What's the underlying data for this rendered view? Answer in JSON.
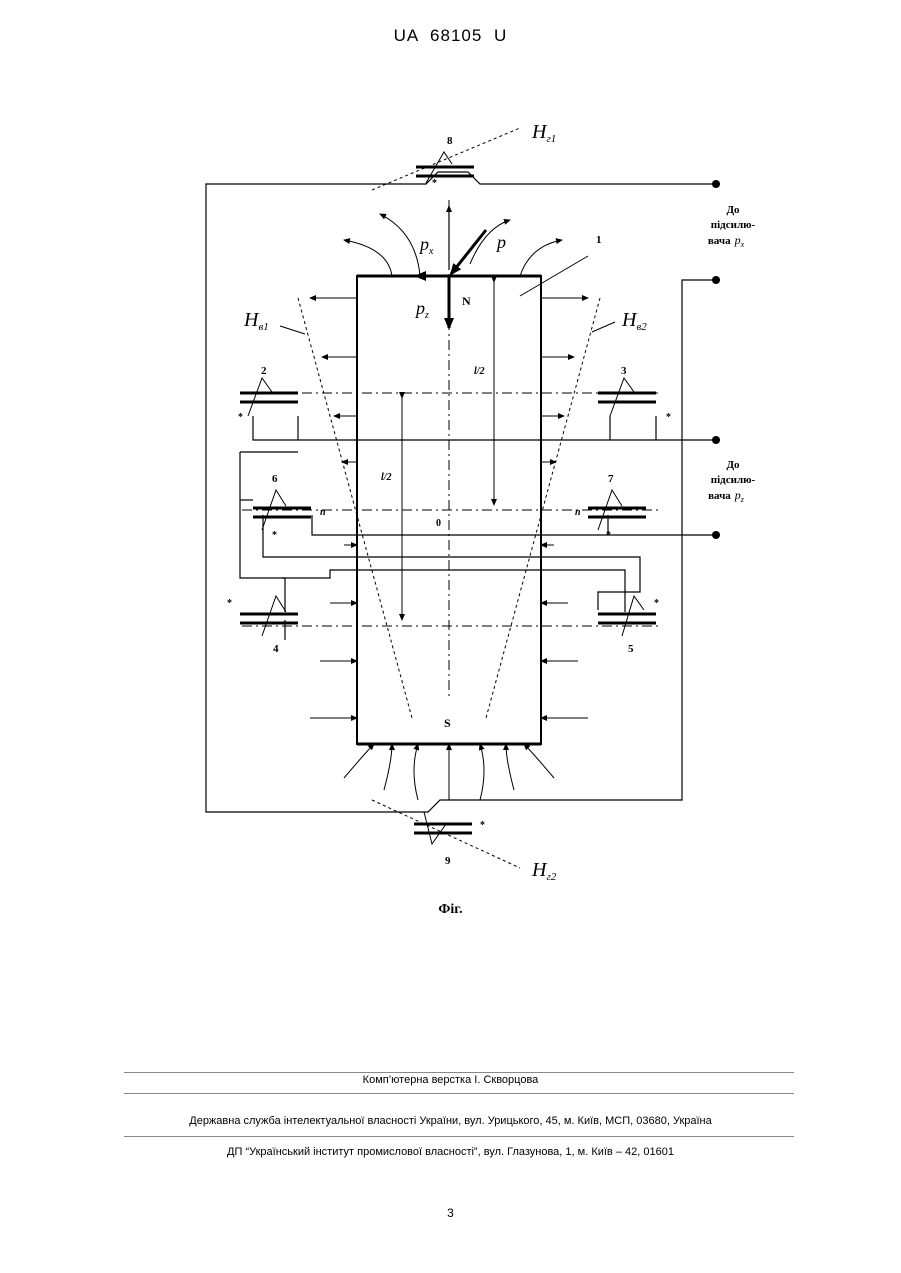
{
  "header": {
    "doc_id": "UA   68105   U"
  },
  "figure": {
    "labels": {
      "n8": "8",
      "n9": "9",
      "n1": "1",
      "n2": "2",
      "n3": "3",
      "n4": "4",
      "n5": "5",
      "n6": "6",
      "n7": "7",
      "hg1": "H",
      "hg1_sub": "г1",
      "hg2": "H",
      "hg2_sub": "г2",
      "hv1": "H",
      "hv1_sub": "в1",
      "hv2": "H",
      "hv2_sub": "в2",
      "px": "p",
      "px_sub": "x",
      "pz": "p",
      "pz_sub": "z",
      "p": "p",
      "N": "N",
      "S": "S",
      "l2_right": "l/2",
      "l2_left": "l/2",
      "zero": "0",
      "n_left": "n",
      "n_right": "n",
      "star": "*"
    },
    "amp_x": {
      "line1": "До",
      "line2": "підсилю-",
      "line3": "вача",
      "sym": "p",
      "sub": "x"
    },
    "amp_z": {
      "line1": "До",
      "line2": "підсилю-",
      "line3": "вача",
      "sym": "p",
      "sub": "z"
    }
  },
  "caption": "Фіг.",
  "footer": {
    "line1": "Комп’ютерна верстка І. Скворцова",
    "line2": "Державна служба інтелектуальної власності України, вул. Урицького, 45, м. Київ, МСП, 03680, Україна",
    "line3": "ДП “Український інститут промислової власності”, вул. Глазунова, 1, м. Київ – 42, 01601"
  },
  "page_number": "3"
}
